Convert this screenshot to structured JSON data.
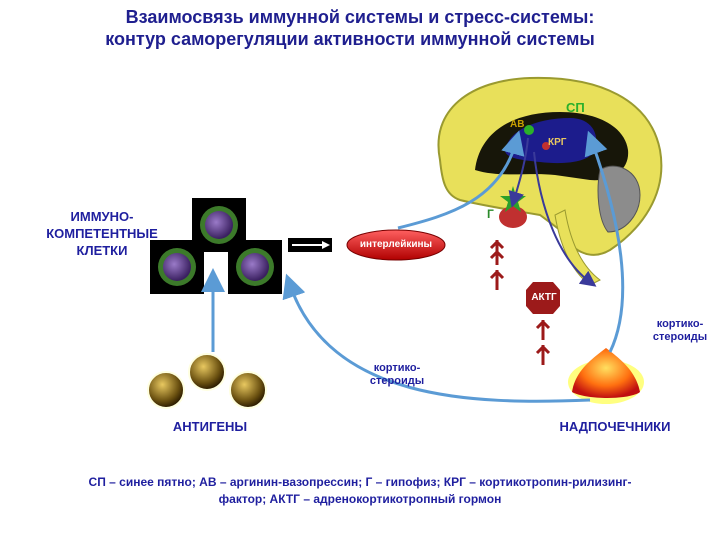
{
  "title": {
    "line1": "Взаимосвязь иммунной системы и стресс-системы:",
    "line2": "контур саморегуляции активности иммунной системы"
  },
  "labels": {
    "immuno_line1": "ИММУНО-",
    "immuno_line2": "КОМПЕТЕНТНЫЕ",
    "immuno_line3": "КЛЕТКИ",
    "antigens": "АНТИГЕНЫ",
    "adrenals": "НАДПОЧЕЧНИКИ",
    "interleukins": "интерлейкины",
    "cortico_left_1": "кортико-",
    "cortico_left_2": "стероиды",
    "cortico_right_1": "кортико-",
    "cortico_right_2": "стероиды",
    "sp": "СП",
    "av": "АВ",
    "krg": "КРГ",
    "g": "Г",
    "aktg": "АКТГ"
  },
  "footer": {
    "line1": "СП – синее пятно; АВ – аргинин-вазопрессин; Г – гипофиз; КРГ – кортикотропин-рилизинг-",
    "line2": "фактор; АКТГ – адренокортикотропный гормон"
  },
  "colors": {
    "title": "#1f1f8f",
    "brain": "#e8e05a",
    "arrow_blue": "#5b9bd5",
    "arrow_dark": "#3a3a9a",
    "hormone_red": "#9c1a1a",
    "cell_purple": "#5a3a8a"
  }
}
